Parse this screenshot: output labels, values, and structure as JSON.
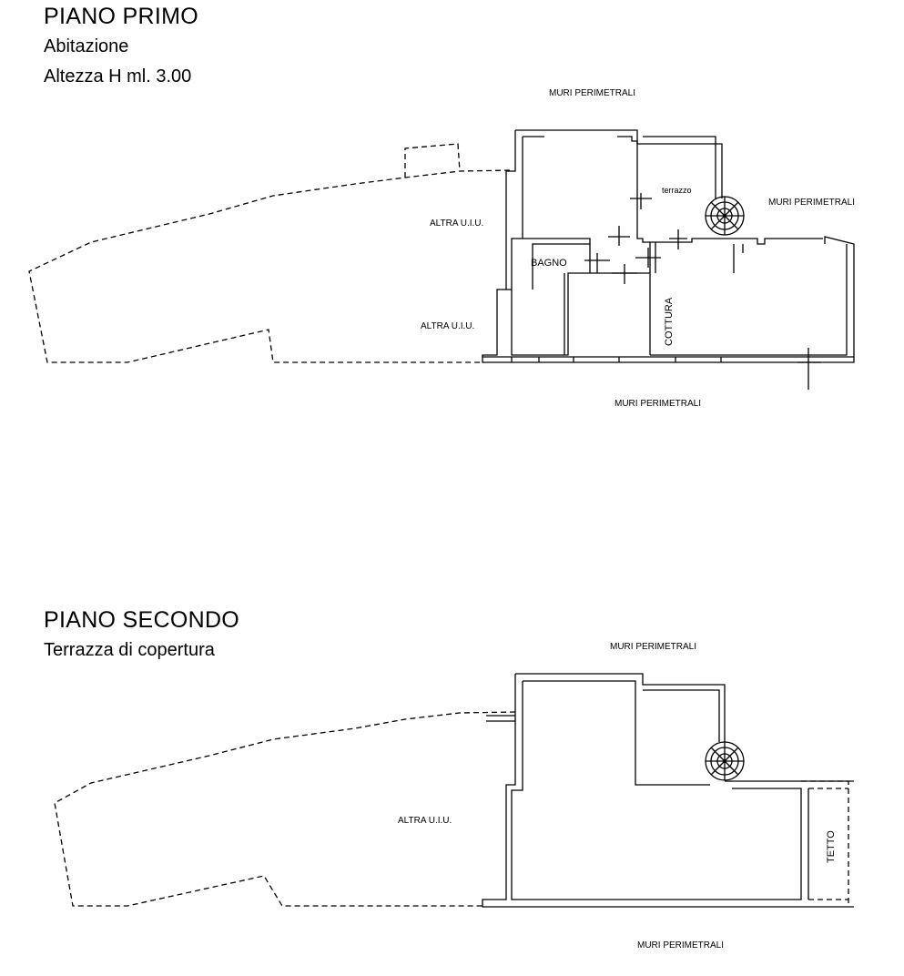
{
  "floor1": {
    "title": "PIANO PRIMO",
    "subtitle": "Abitazione",
    "height_note": "Altezza H ml. 3.00",
    "labels": {
      "muri_top": "MURI PERIMETRALI",
      "muri_right": "MURI PERIMETRALI",
      "muri_bottom": "MURI PERIMETRALI",
      "altra_1": "ALTRA U.I.U.",
      "altra_2": "ALTRA U.I.U.",
      "bagno": "BAGNO",
      "terrazzo": "terrazzo",
      "cottura": "COTTURA"
    }
  },
  "floor2": {
    "title": "PIANO SECONDO",
    "subtitle": "Terrazza di copertura",
    "labels": {
      "muri_top": "MURI PERIMETRALI",
      "muri_bottom": "MURI PERIMETRALI",
      "altra": "ALTRA U.I.U.",
      "tetto": "TETTO"
    }
  }
}
